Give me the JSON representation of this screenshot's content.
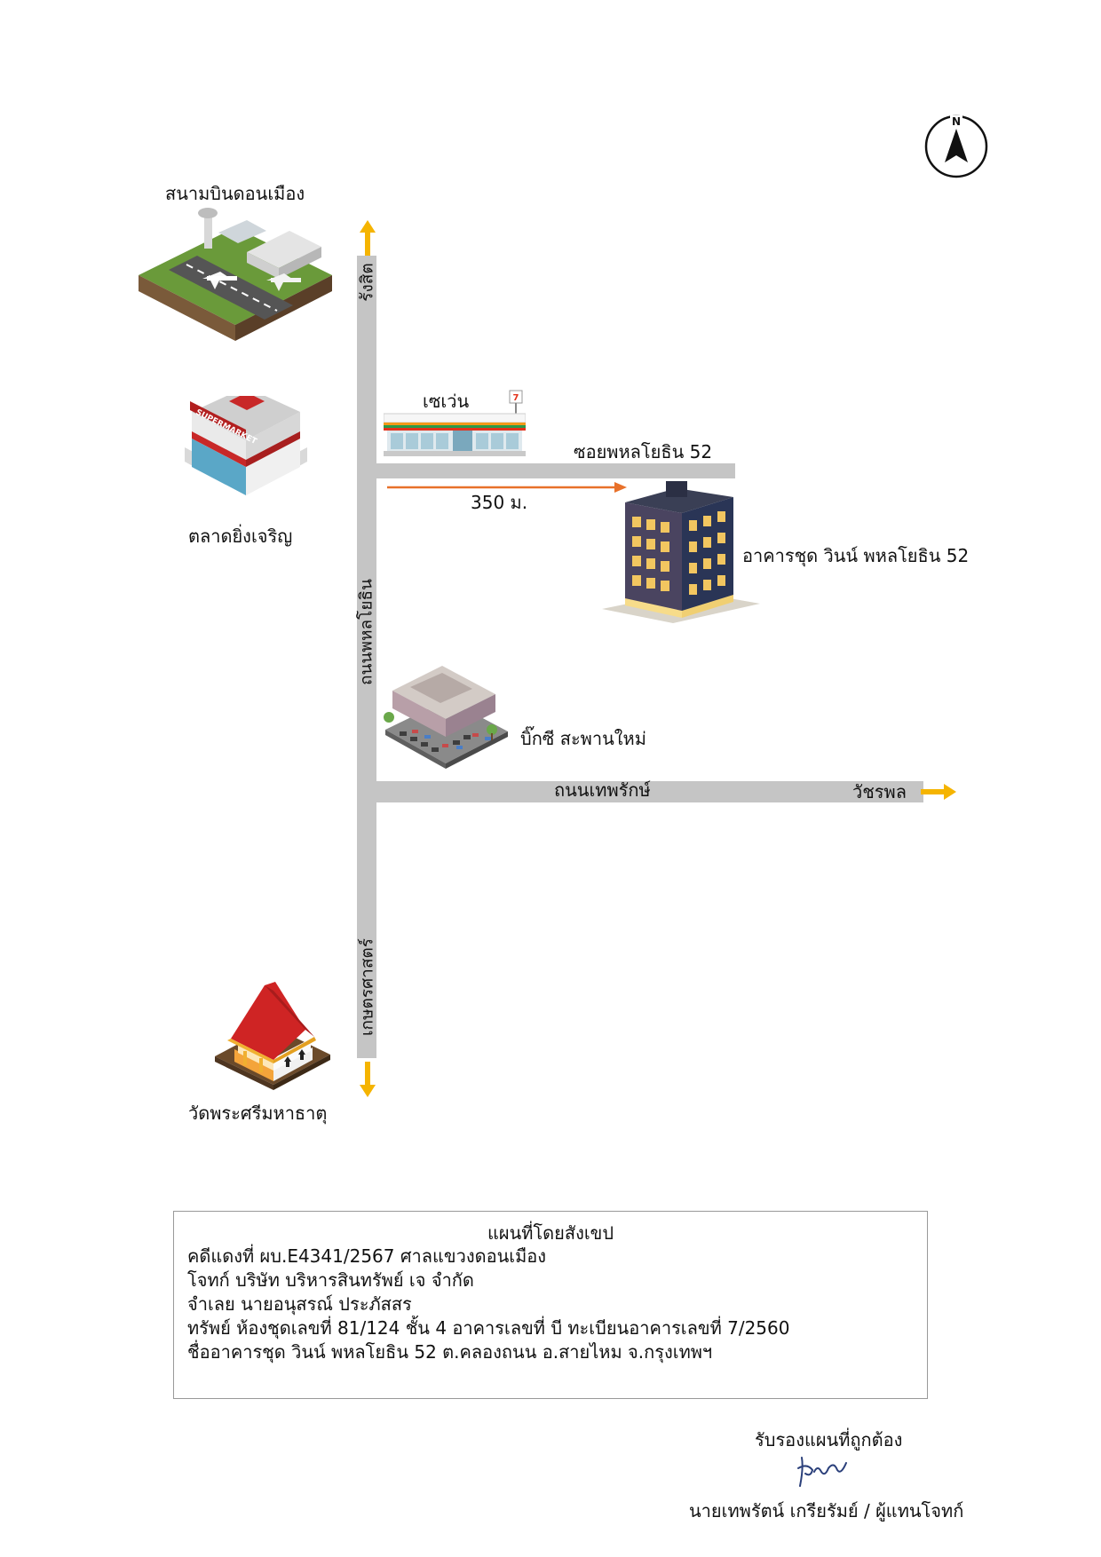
{
  "map": {
    "compass_letter": "N",
    "landmarks": {
      "airport": "สนามบินดอนเมือง",
      "market": "ตลาดยิ่งเจริญ",
      "seven_eleven": "เซเว่น",
      "seven_eleven_logo_text": "7",
      "condo": "อาคารชุด วินน์ พหลโยธิน 52",
      "bigc": "บิ๊กซี สะพานใหม่",
      "temple": "วัดพระศรีมหาธาตุ"
    },
    "roads": {
      "north_label": "รังสิต",
      "main_road": "ถนนพหลโยธิน",
      "south_label": "เกษตรศาสตร์",
      "soi": "ซอยพหลโยธิน 52",
      "thepharak": "ถนนเทพรักษ์",
      "east_label": "วัชรพล"
    },
    "distance_label": "350 ม.",
    "market_sign_text": "SUPERMARKET"
  },
  "colors": {
    "road": "#c5c5c5",
    "direction_arrow": "#f5b400",
    "distance_arrow": "#e8712a",
    "signature_ink": "#2a3f7a"
  },
  "info": {
    "title": "แผนที่โดยสังเขป",
    "lines": [
      "คดีแดงที่ ผบ.E4341/2567 ศาลแขวงดอนเมือง",
      "โจทก์ บริษัท บริหารสินทรัพย์ เจ จำกัด",
      "จำเลย นายอนุสรณ์ ประภัสสร",
      "ทรัพย์ ห้องชุดเลขที่ 81/124 ชั้น 4 อาคารเลขที่ บี ทะเบียนอาคารเลขที่ 7/2560",
      "ชื่ออาคารชุด วินน์ พหลโยธิน 52 ต.คลองถนน อ.สายไหม จ.กรุงเทพฯ"
    ]
  },
  "certification": {
    "label": "รับรองแผนที่ถูกต้อง",
    "signer": "นายเทพรัตน์ เกรียรัมย์ / ผู้แทนโจทก์"
  }
}
